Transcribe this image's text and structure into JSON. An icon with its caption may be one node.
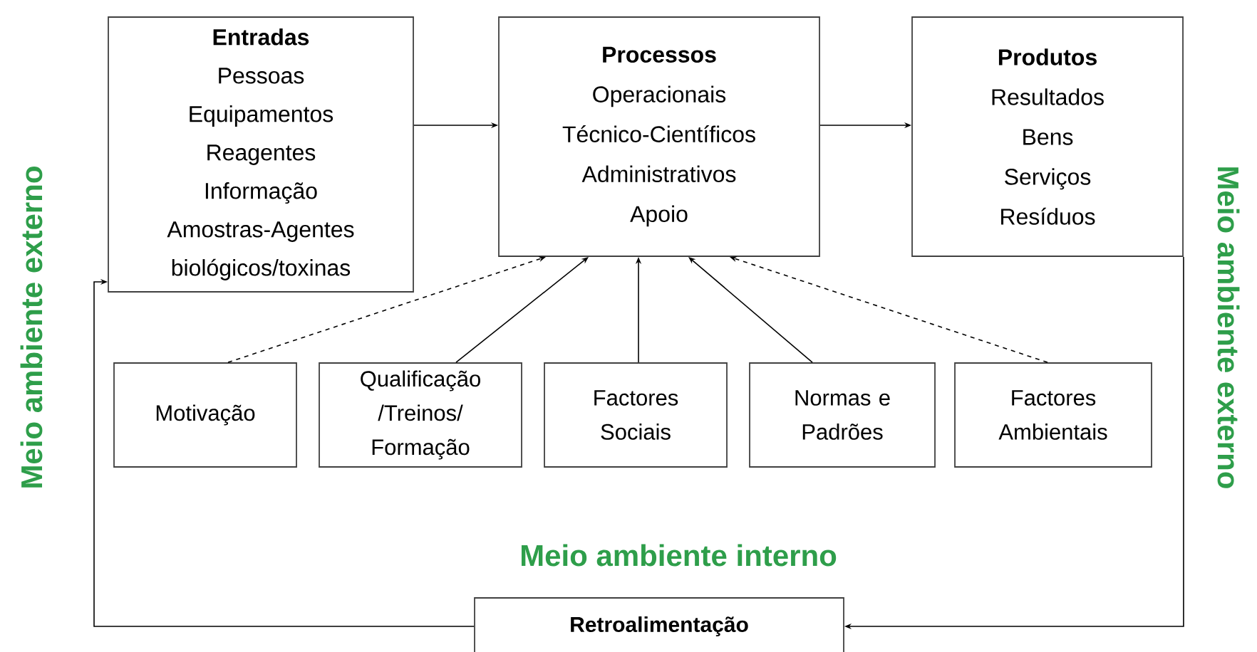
{
  "diagram": {
    "nodes": [
      {
        "text": [
          "Entradas",
          "Pessoas",
          "Equipamentos",
          "Reagentes",
          "Informação",
          "Amostras-Agentes biológicos/toxinas"
        ]
      },
      {
        "text": [
          "Processos",
          "Operacionais",
          "Técnico-Científicos",
          "Administrativos",
          "Apoio"
        ]
      },
      {
        "text": [
          "Produtos",
          "Resultados",
          "Bens",
          "Serviços",
          "Resíduos"
        ]
      },
      {
        "text": [
          "Motivação"
        ]
      },
      {
        "text": [
          "Qualificação /Treinos/ Formação"
        ]
      },
      {
        "text": [
          "Factores Sociais"
        ]
      },
      {
        "text": [
          "Normas e Padrões"
        ]
      },
      {
        "text": [
          "Factores Ambientais"
        ]
      },
      {
        "text": [
          "Retroalimentação"
        ]
      }
    ],
    "edges": [
      {
        "from": 0,
        "to": 1,
        "arrow": "to"
      },
      {
        "from": 1,
        "to": 2,
        "arrow": "to"
      },
      {
        "from": 3,
        "to": 1,
        "arrow": "to",
        "style": "dashed"
      },
      {
        "from": 4,
        "to": 1,
        "arrow": "to"
      },
      {
        "from": 5,
        "to": 1,
        "arrow": "to"
      },
      {
        "from": 6,
        "to": 1,
        "arrow": "to"
      },
      {
        "from": 7,
        "to": 1,
        "arrow": "to",
        "style": "dashed"
      },
      {
        "from": 2,
        "to": 8,
        "arrow": "to"
      },
      {
        "from": 8,
        "to": 0,
        "arrow": "to"
      }
    ],
    "labels": [
      "Meio ambiente externo",
      "Meio ambiente externo",
      "Meio ambiente interno"
    ]
  }
}
